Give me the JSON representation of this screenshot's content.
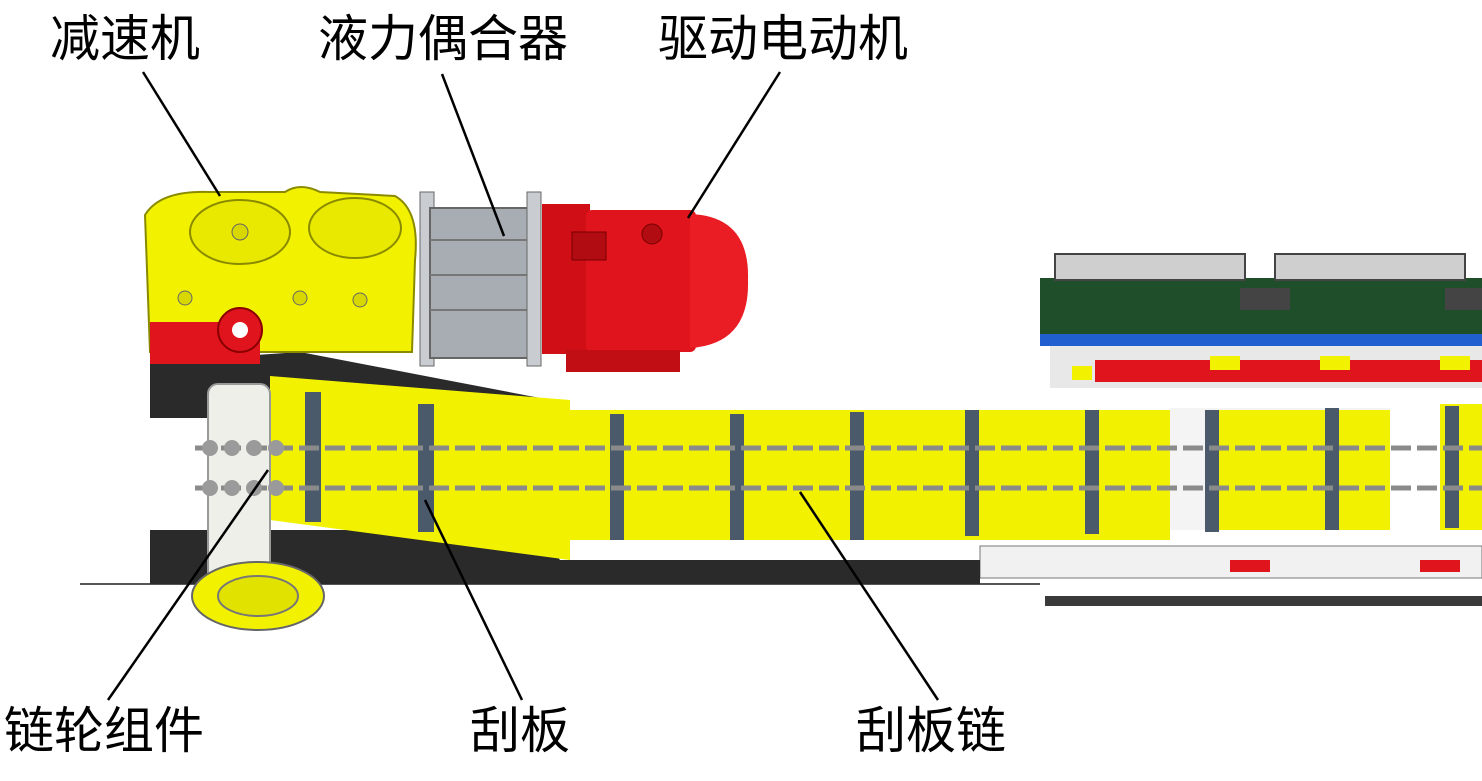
{
  "labels": {
    "reducer": "减速机",
    "coupling": "液力偶合器",
    "motor": "驱动电动机",
    "sprocket": "链轮组件",
    "flight": "刮板",
    "flight_chain": "刮板链"
  },
  "colors": {
    "yellow": "#f2f200",
    "red": "#e0141c",
    "grey": "#a8adb4",
    "dark": "#2a2a2a",
    "chain": "#8a8a8a",
    "green": "#1f4f2a",
    "blue": "#1f5fd0"
  }
}
